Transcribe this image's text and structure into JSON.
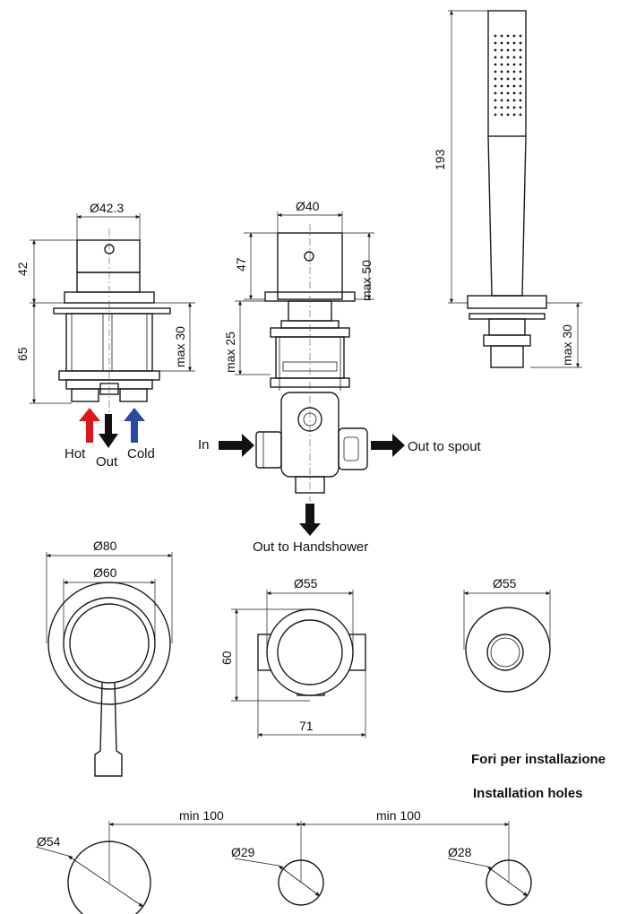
{
  "labels": {
    "d_42_3": "Ø42.3",
    "d_40": "Ø40",
    "h_193": "193",
    "h_42": "42",
    "h_65": "65",
    "h_47": "47",
    "max_50": "max 50",
    "max_30_left": "max 30",
    "max_25": "max 25",
    "max_30_right": "max 30",
    "hot": "Hot",
    "out": "Out",
    "cold": "Cold",
    "in": "In",
    "out_to_spout": "Out to spout",
    "out_to_handshower": "Out to Handshower",
    "d_80": "Ø80",
    "d_60": "Ø60",
    "d_55_mid": "Ø55",
    "h_60": "60",
    "w_71": "71",
    "d_55_right": "Ø55",
    "fori": "Fori per installazione",
    "installation_holes": "Installation holes",
    "min_100_a": "min 100",
    "min_100_b": "min 100",
    "d_54": "Ø54",
    "d_29": "Ø29",
    "d_28": "Ø28"
  },
  "colors": {
    "hot_arrow": "#e0141b",
    "cold_arrow": "#2b4aa0",
    "out_arrow": "#111111"
  }
}
